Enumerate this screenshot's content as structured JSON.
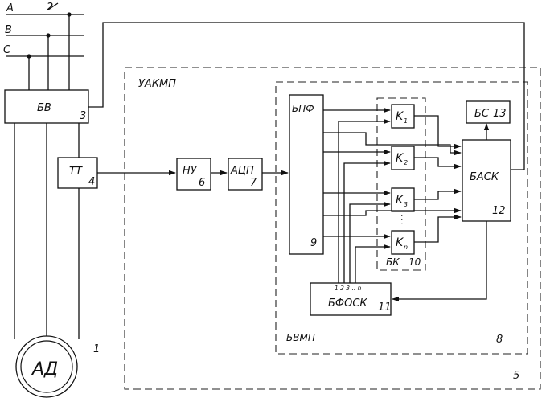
{
  "phases": {
    "a": "A",
    "b": "B",
    "c": "C",
    "bus_number": "2"
  },
  "regions": {
    "outer": {
      "label": "УАКМП",
      "number": "5"
    },
    "inner": {
      "label": "БВМП",
      "number": "8"
    },
    "bk": {
      "label": "БК",
      "number": "10"
    }
  },
  "blocks": {
    "bv": {
      "label": "БВ",
      "number": "3"
    },
    "tt": {
      "label": "ТТ",
      "number": "4"
    },
    "nu": {
      "label": "НУ",
      "number": "6"
    },
    "acp": {
      "label": "АЦП",
      "number": "7"
    },
    "bpf": {
      "label": "БПФ",
      "number": "9"
    },
    "bs": {
      "label": "БС",
      "number": "13"
    },
    "bask": {
      "label": "БАСК",
      "number": "12"
    },
    "bfosk": {
      "label": "БФОСК",
      "number": "11",
      "inputs_label": "1 2 3 .. n"
    },
    "motor": {
      "label": "АД",
      "number": "1"
    }
  },
  "keys": [
    {
      "letter": "K",
      "index": "1"
    },
    {
      "letter": "K",
      "index": "2"
    },
    {
      "letter": "K",
      "index": "3"
    },
    {
      "letter": "K",
      "index": "n"
    }
  ],
  "keys_gap_marker": "·\n·\n·"
}
